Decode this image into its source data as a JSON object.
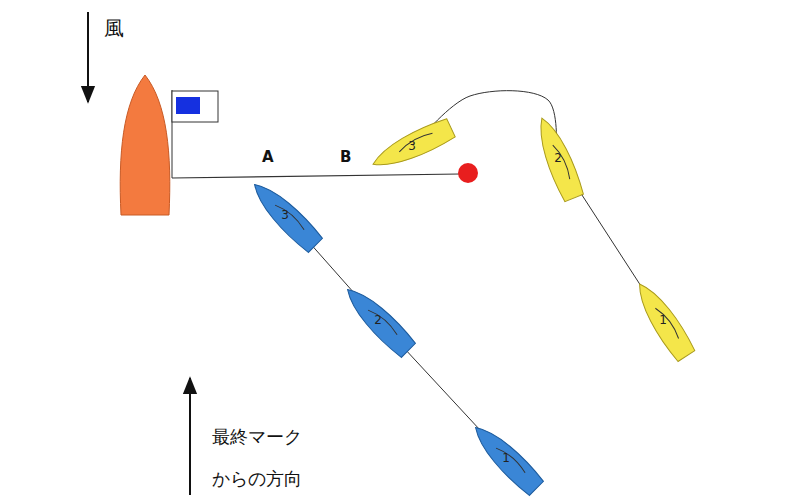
{
  "diagram": {
    "nodes": [
      {
        "text": [
          "1"
        ]
      },
      {
        "text": [
          "2"
        ]
      },
      {
        "text": [
          "3"
        ]
      },
      {
        "text": [
          "1"
        ]
      },
      {
        "text": [
          "2"
        ]
      },
      {
        "text": [
          "3"
        ]
      }
    ],
    "edges": [
      {
        "from": 0,
        "to": 1,
        "arrow": "none"
      },
      {
        "from": 1,
        "to": 2,
        "arrow": "none"
      },
      {
        "from": 3,
        "to": 4,
        "arrow": "none"
      },
      {
        "from": 4,
        "to": 5,
        "arrow": "none"
      }
    ],
    "labels": [
      "風",
      "最終マーク からの方向",
      "A",
      "B"
    ]
  }
}
